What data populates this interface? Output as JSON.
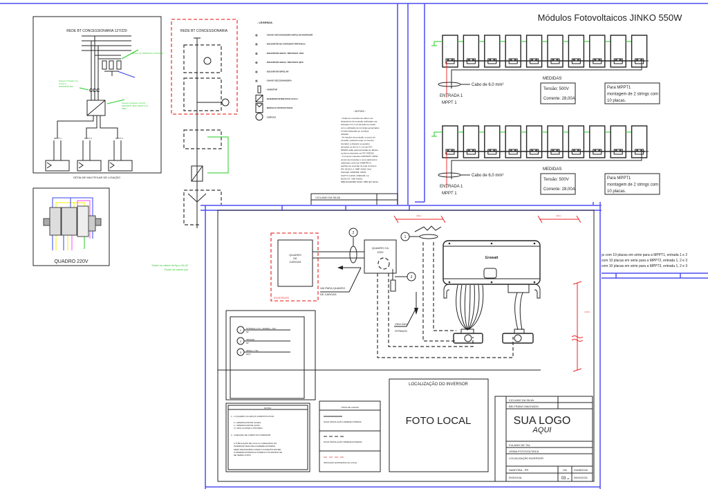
{
  "sheet_multifilar": {
    "network_title": "REDE BT CONCESSIONARIA 127/220",
    "varistor_note": "Varistor CA SOPRANO 175V/40kA",
    "breaker_note": [
      "Disjuntor Tripolar CA",
      "Curva C",
      "SOPRANO 50A"
    ],
    "inverter_note": [
      "Inversor Interativo CC/CA",
      "GROWATT MAC 30KTL3-XL",
      "380V"
    ],
    "mppt_labels": [
      "MPPT 1",
      "MPPT 2",
      "MPPT 3"
    ],
    "caption": "DETALHE MULTIFILAR DE LIGAÇÃO",
    "panel_title": "QUADRO 220V",
    "green_notes": [
      "Todos os cabos do tipo CA (3/",
      "Todos os cabos por"
    ]
  },
  "sheet_unifilar": {
    "box_title": "REDE BT CONCESSIONARIA",
    "legend_title": "- LEGENDA",
    "legend_items": [
      {
        "icon": "bipolar-switch-icon",
        "label": "- CHAVE SECCIONADORA BIPOLAR INVERSOR"
      },
      {
        "icon": "breaker-icon",
        "label": "- DISJUNTOR DO GERADOR TRIFÁSICO"
      },
      {
        "icon": "breaker-icon",
        "label": "- DISJUNTOR GERAL TRIFÁSICO 150A"
      },
      {
        "icon": "breaker-icon",
        "label": "- DISJUNTOR GERAL TRIFÁSICO QDC"
      },
      {
        "icon": "breaker-icon",
        "label": "- DISJUNTOR BIPOLAR"
      },
      {
        "icon": "switch-icon",
        "label": "- CHAVE SECCIONADORA"
      },
      {
        "icon": "varistor-icon",
        "label": "- VARISTOR"
      },
      {
        "icon": "inverter-icon",
        "label": "- INVERSOR INTERATIVO CC/CA"
      },
      {
        "icon": "pv-module-icon",
        "label": "- MÓDULO FOTOVOLTAICO"
      },
      {
        "icon": "load-icon",
        "label": "- CARGAS"
      }
    ],
    "notes_title": "- NOTAS -",
    "notes": [
      "- Todas as conexões de cabos nos",
      "dispositivos de proteção realizadas nas",
      "Stringbox CC e CA deverão ser feitas",
      "com a utilização de terminais apropriados",
      "e bitola adequada ao condutor",
      "utilizado.",
      "- As funções de proteção no ponto de",
      "conexão, podendo estar no inversor",
      "interativo e disparar ao gerador,",
      "descritas no item 5.2.1 (c) da NTC",
      "905200 estão parametrizadas de fábrica",
      "conforme descritas na NTC 905200.",
      "- O inversor interativo GROWATT 30KW",
      "possui as proteções e seus parâmetros",
      "calibrados conforme INMETRO e",
      "padrões de conexão de rede conforme",
      "IEC 62116-1-2, NBR 16150, Grid",
      "Standard: EN50438, G83/2,",
      "AS4777.2,2015, VDE0126-1-1,",
      "IEC61727, VDE N4105,",
      "NBR16149/NBR 16150, NBR IEC 62116."
    ],
    "title_block_name": "CICLANO DA SILVA"
  },
  "sheet_modules": {
    "title": "Módulos Fotovoltaicos JINKO 550W",
    "panels_per_string": 10,
    "strings": [
      {
        "cable": "Cabo de 6,0 mm²",
        "input": "ENTRADA 1",
        "mppt": "MPPT 1",
        "measures_title": "MEDIDAS",
        "voltage": "Tensão: 500V",
        "current": "Corrente: 28,00A",
        "note": [
          "Para MPPT1",
          "montagem de 2 strings com",
          "10 placas."
        ]
      },
      {
        "cable": "Cabo de 6,0 mm²",
        "input": "ENTRADA 1",
        "mppt": "MPPT 1",
        "measures_title": "MEDIDAS",
        "voltage": "Tensão: 500V",
        "current": "Corrente: 28,00A",
        "note": [
          "Para MPPT1",
          "montagem de 2 strings com",
          "10 placas."
        ]
      }
    ],
    "summary_lines": [
      "ngs com 10 placas em série para a MPPT1, entrada 1 e 2",
      "s com 10 placas em série para a MPPT2, entrada 1, 2 e 3",
      "s com 10 placas em série para a MPPT3, entrada 1, 2 e 3"
    ]
  },
  "sheet_location": {
    "existing_label": "EXISTENTE",
    "load_panel": [
      "QUADRO",
      "DE",
      "CARGAS"
    ],
    "ac_panel": [
      "QUADRO CA",
      "220V"
    ],
    "to_load_panel": [
      "VAI PARA QUADRO",
      "DE CARGAS"
    ],
    "from_strings": [
      "VEM DAS",
      "STRINGS"
    ],
    "inverter_brand": "Growatt",
    "dim_top_left": "36cm",
    "dim_top_right": "30cm",
    "dim_height": "1,60m",
    "markers": [
      "1",
      "2",
      "3"
    ],
    "cable_legend": [
      {
        "num": "1",
        "text": "STRINGS 1 A 6 - 6(6MM) + T(6)",
        "sub": "60\""
      },
      {
        "num": "2",
        "text": "3#6(6)(6)",
        "sub": "60\""
      },
      {
        "num": "3",
        "text": "3#6(6) + T(6)",
        "sub": "60/4\""
      }
    ],
    "notes_title": "NOTAS",
    "notes": [
      "1 - O QUADRO CA 220V É COMPOSTO POR:",
      "1 x MINIDISJUNTOR 3x120A",
      "1 x MINIDISJUNTOR 2x20A",
      "3 x DPS CLASSE II 275V/45kA",
      "2 - CHEGADA DE CABOS NO INVERSOR:",
      "A TUBULAÇÃO DE CA E CC CHEGANDO NO",
      "INVERSOR SEJA PELA PAREDE EXTERNA.",
      "SERÁ NECESSÁRIO CRIAR A CONEXÃO ENTRE",
      "A PAREDE EXTERNA E INTERNA UTILIZANDO-SE",
      "DE SERRA COPO."
    ],
    "line_types_title": "TIPOS DE LINHAS",
    "line_types": [
      {
        "style": "solid",
        "label": "NOVA INSTALAÇÃO PAREDE INTERNA"
      },
      {
        "style": "dashed",
        "label": "NOVA INSTALAÇÃO PAREDE EXTERNA"
      },
      {
        "style": "red-dashed",
        "label": "INSTAÇÃO EXISTENTE NO LOCAL"
      }
    ],
    "photo_title": "LOCALIZAÇÃO DO INVERSOR",
    "photo_placeholder": "FOTO LOCAL",
    "title_block": {
      "designer": "CICLANO DA SILVA",
      "reviewer": "BELTRANO MACHADO",
      "logo_main": "SUA LOGO",
      "logo_sub": "AQUI",
      "client": "FULANO DE TAL",
      "project": "USINA FOTOVOLTAICA",
      "drawing": "LOCALIZAÇÃO INVERSOR",
      "city": "SANFORA - PR",
      "sheet": "0/6",
      "date1": "03/08/2020",
      "address": "RODOVIA",
      "sheet_num": "03",
      "sheet_suffix": "a3",
      "date2": "05/02/2021"
    },
    "colors": {
      "frame": "#4b4bf0",
      "dimension": "#ee2222",
      "existing": "#ec3b3b",
      "ground": "#22cc22"
    }
  }
}
